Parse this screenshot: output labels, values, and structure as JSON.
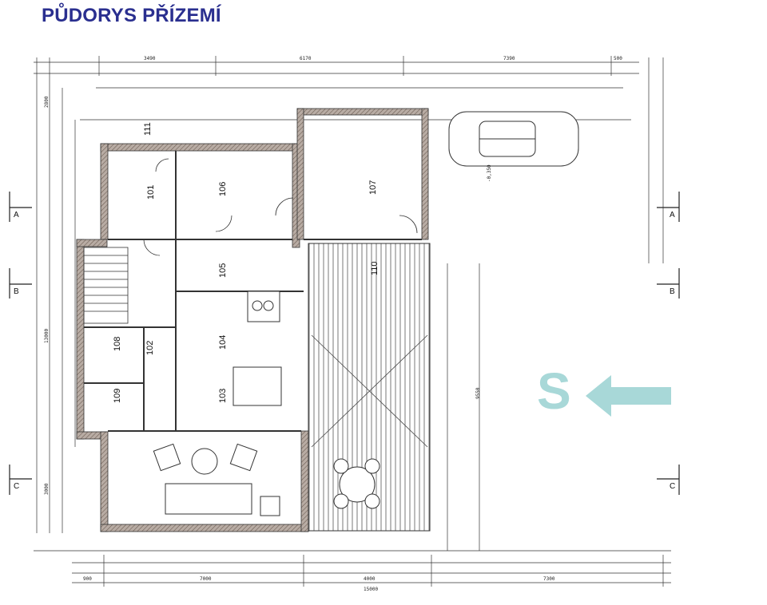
{
  "title": "PŮDORYS PŘÍZEMÍ",
  "north_label": "S",
  "colors": {
    "title": "#2a2f8f",
    "north": "#a8d8d8",
    "wall": "#7a6a60",
    "line": "#222222"
  },
  "rooms": {
    "r101": "101",
    "r102": "102",
    "r103": "103",
    "r104": "104",
    "r105": "105",
    "r106": "106",
    "r107": "107",
    "r108": "108",
    "r109": "109",
    "r110": "110",
    "r111": "111"
  },
  "sections": {
    "a": "A",
    "b": "B",
    "c": "C"
  },
  "dimensions": {
    "top_1": "3490",
    "top_2": "6170",
    "top_3": "7390",
    "top_4": "500",
    "bottom_1": "900",
    "bottom_2": "7000",
    "bottom_3": "4000",
    "bottom_4": "7300",
    "bottom_total": "15000",
    "right_1": "9550",
    "garage_elev": "-0,350",
    "left_1": "2800",
    "left_2": "3000",
    "left_3": "13000"
  }
}
